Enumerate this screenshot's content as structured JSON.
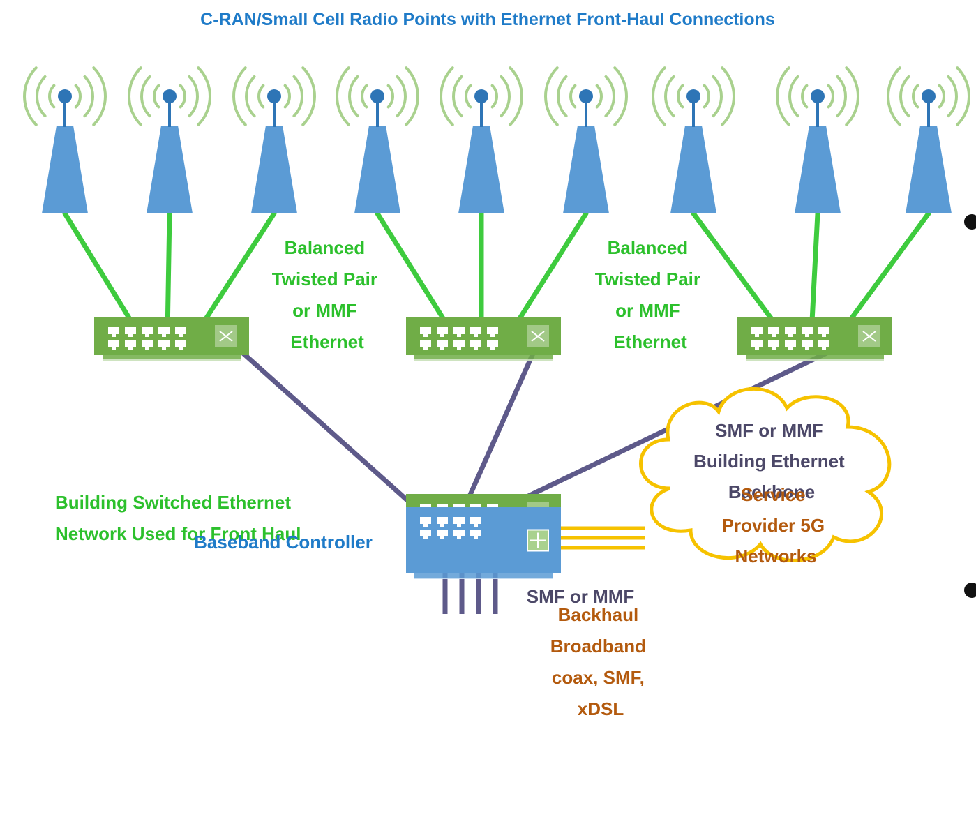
{
  "title": "C-RAN/Small Cell Radio Points with Ethernet Front-Haul Connections",
  "labels": {
    "twisted_pair_left": [
      "Balanced",
      "Twisted Pair",
      "or MMF",
      "Ethernet"
    ],
    "twisted_pair_right": [
      "Balanced",
      "Twisted Pair",
      "or MMF",
      "Ethernet"
    ],
    "backbone": [
      "SMF or MMF",
      "Building Ethernet",
      "Backbone"
    ],
    "switched_network": [
      "Building Switched Ethernet",
      "Network Used for Front Haul"
    ],
    "fiber_link": "SMF or MMF",
    "baseband_controller": "Baseband Controller",
    "service_provider": [
      "Service",
      "Provider 5G",
      "Networks"
    ],
    "backhaul": [
      "Backhaul",
      "Broadband",
      "coax, SMF,",
      "xDSL"
    ]
  },
  "colors": {
    "title": "#1f7bc8",
    "green_text": "#2cc02c",
    "purple_text": "#4c4868",
    "blue_text": "#1f7bc8",
    "orange_text": "#b35a0e",
    "antenna": "#5b9bd5",
    "antenna_dot": "#2e75b6",
    "signal_wave": "#a9d18e",
    "twisted_pair_link": "#3ecb3e",
    "fiber_link": "#5e5a8a",
    "switch_body": "#70ad47",
    "controller_body": "#5b9bd5",
    "backhaul_link": "#f6c200",
    "cloud_outline": "#f6c200"
  },
  "icons": {
    "antenna": "antenna-tower-icon",
    "switch": "ethernet-switch-icon",
    "controller": "router-icon",
    "cloud": "cloud-icon"
  }
}
